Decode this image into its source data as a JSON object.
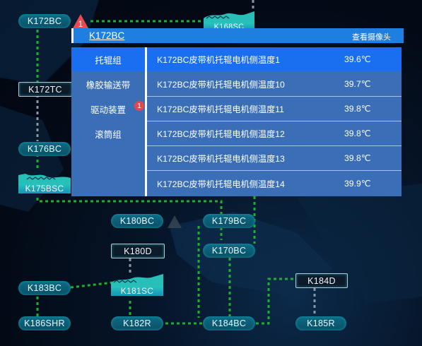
{
  "nodes": {
    "k172bc": "K172BC",
    "k168sc": "K168SC",
    "k172tc": "K172TC",
    "k176bc": "K176BC",
    "k175bsc": "K175BSC",
    "k180bc": "K180BC",
    "k179bc": "K179BC",
    "k180d": "K180D",
    "k170bc": "K170BC",
    "k183bc": "K183BC",
    "k181sc": "K181SC",
    "k184d": "K184D",
    "k186shr": "K186SHR",
    "k182r": "K182R",
    "k184bc": "K184BC",
    "k185r": "K185R"
  },
  "alerts": {
    "k172bc_warning_count": "1"
  },
  "popup": {
    "title": "K172BC",
    "camera_link": "查看摄像头",
    "menu": [
      {
        "label": "托辊组",
        "active": true
      },
      {
        "label": "橡胶输送带"
      },
      {
        "label": "驱动装置",
        "badge": "1"
      },
      {
        "label": "滚筒组"
      }
    ],
    "rows": [
      {
        "name": "K172BC皮带机托辊电机侧温度1",
        "value": "39.6℃"
      },
      {
        "name": "K172BC皮带机托辊电机侧温度10",
        "value": "39.7℃"
      },
      {
        "name": "K172BC皮带机托辊电机侧温度11",
        "value": "39.8℃"
      },
      {
        "name": "K172BC皮带机托辊电机侧温度12",
        "value": "39.8℃"
      },
      {
        "name": "K172BC皮带机托辊电机侧温度13",
        "value": "39.8℃"
      },
      {
        "name": "K172BC皮带机托辊电机侧温度14",
        "value": "39.9℃"
      }
    ]
  },
  "colors": {
    "flow_line": "#1fae2f",
    "idle_line": "#8a96a6",
    "popup_active": "#1a6ff0",
    "popup_bg": "#3a6fb8",
    "alert": "#e0484c"
  }
}
